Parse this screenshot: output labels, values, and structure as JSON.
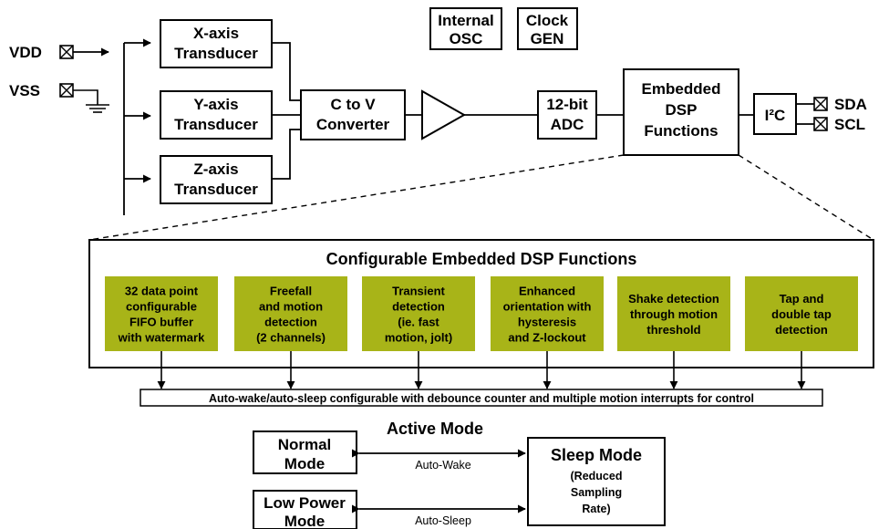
{
  "pins": {
    "vdd": "VDD",
    "vss": "VSS",
    "sda": "SDA",
    "scl": "SCL"
  },
  "blocks": {
    "x_transducer": [
      "X-axis",
      "Transducer"
    ],
    "y_transducer": [
      "Y-axis",
      "Transducer"
    ],
    "z_transducer": [
      "Z-axis",
      "Transducer"
    ],
    "c_to_v": [
      "C to V",
      "Converter"
    ],
    "adc": [
      "12-bit",
      "ADC"
    ],
    "dsp": [
      "Embedded",
      "DSP",
      "Functions"
    ],
    "i2c": "I²C",
    "internal_osc": [
      "Internal",
      "OSC"
    ],
    "clock_gen": [
      "Clock",
      "GEN"
    ]
  },
  "dsp_panel": {
    "title": "Configurable Embedded DSP Functions",
    "functions": [
      [
        "32 data point",
        "configurable",
        "FIFO buffer",
        "with watermark"
      ],
      [
        "Freefall",
        "and motion",
        "detection",
        "(2 channels)"
      ],
      [
        "Transient",
        "detection",
        "(ie. fast",
        "motion, jolt)"
      ],
      [
        "Enhanced",
        "orientation with",
        "hysteresis",
        "and Z-lockout"
      ],
      [
        "Shake detection",
        "through motion",
        "threshold"
      ],
      [
        "Tap and",
        "double tap",
        "detection"
      ]
    ],
    "interrupt_bar": "Auto-wake/auto-sleep configurable with debounce counter and multiple motion interrupts for control"
  },
  "modes": {
    "active_mode_title": "Active Mode",
    "normal_mode": [
      "Normal",
      "Mode"
    ],
    "low_power_mode": [
      "Low Power",
      "Mode"
    ],
    "sleep_mode_title": "Sleep Mode",
    "sleep_mode_note": [
      "(Reduced",
      "Sampling",
      "Rate)"
    ],
    "auto_wake": "Auto-Wake",
    "auto_sleep": "Auto-Sleep"
  },
  "colors": {
    "dsp_box_fill": "#a8b418",
    "line": "#000000"
  }
}
